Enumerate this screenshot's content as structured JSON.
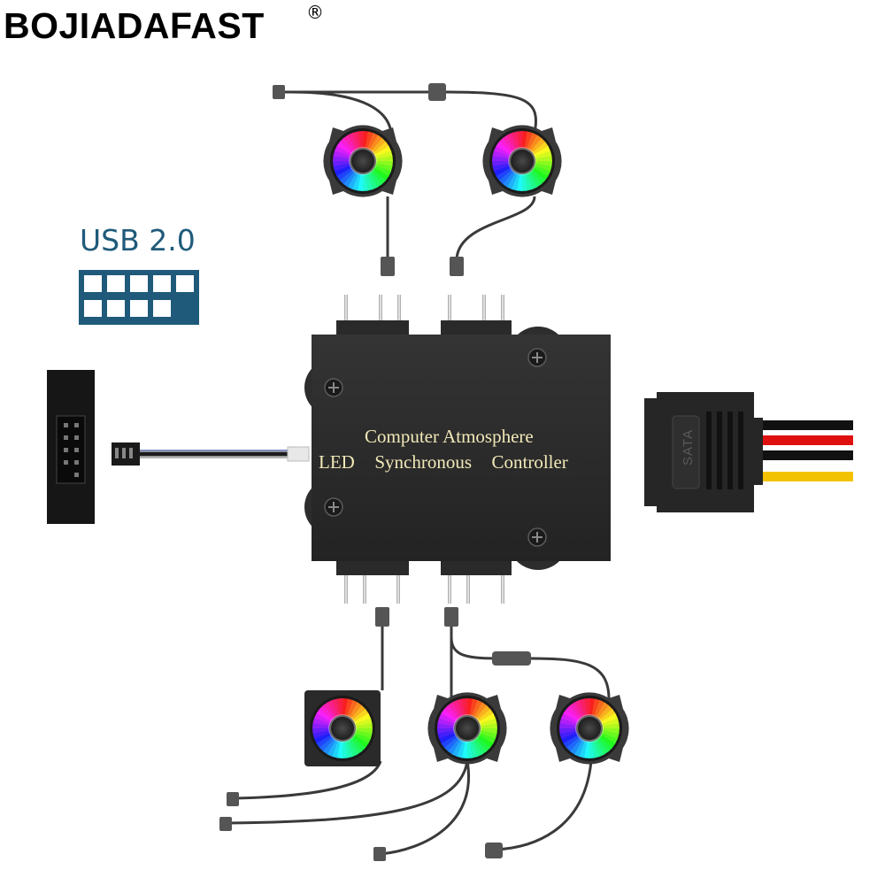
{
  "brand": {
    "name": "BOJIADAFAST",
    "registered_mark": "®"
  },
  "usb": {
    "label": "USB 2.0"
  },
  "controller": {
    "line1": "Computer Atmosphere",
    "line2": "LED  Synchronous  Controller"
  },
  "sata": {
    "label": "SATA"
  },
  "colors": {
    "body": "#2b2b2b",
    "usb_blue": "#1f5a7a",
    "wire_black": "#111111",
    "wire_red": "#e01010",
    "wire_yellow": "#f2c200"
  }
}
